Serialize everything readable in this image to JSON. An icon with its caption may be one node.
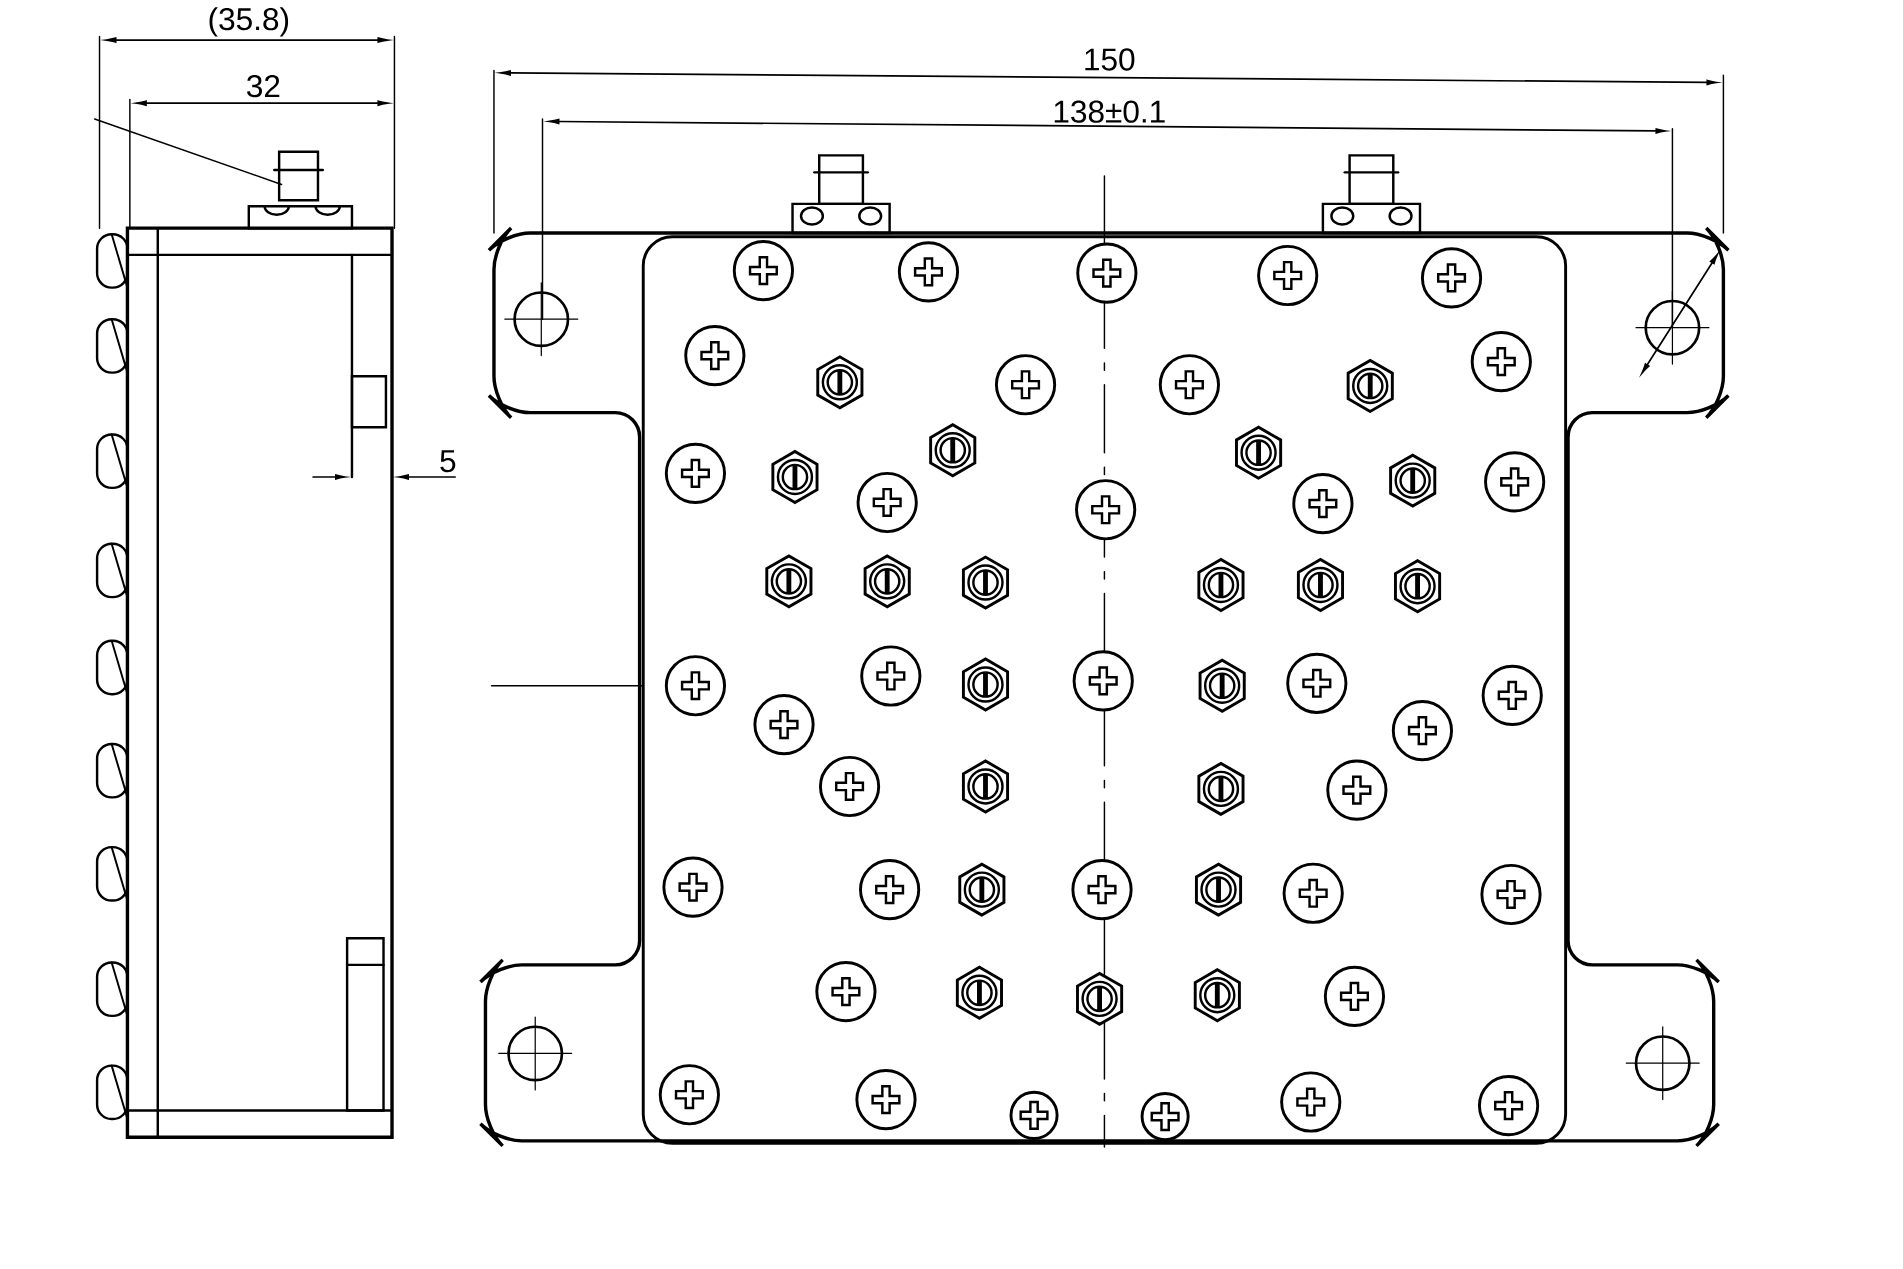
{
  "diagram": {
    "labels": [
      "(35.8)",
      "32",
      "150",
      "138±0.1",
      "5"
    ]
  }
}
